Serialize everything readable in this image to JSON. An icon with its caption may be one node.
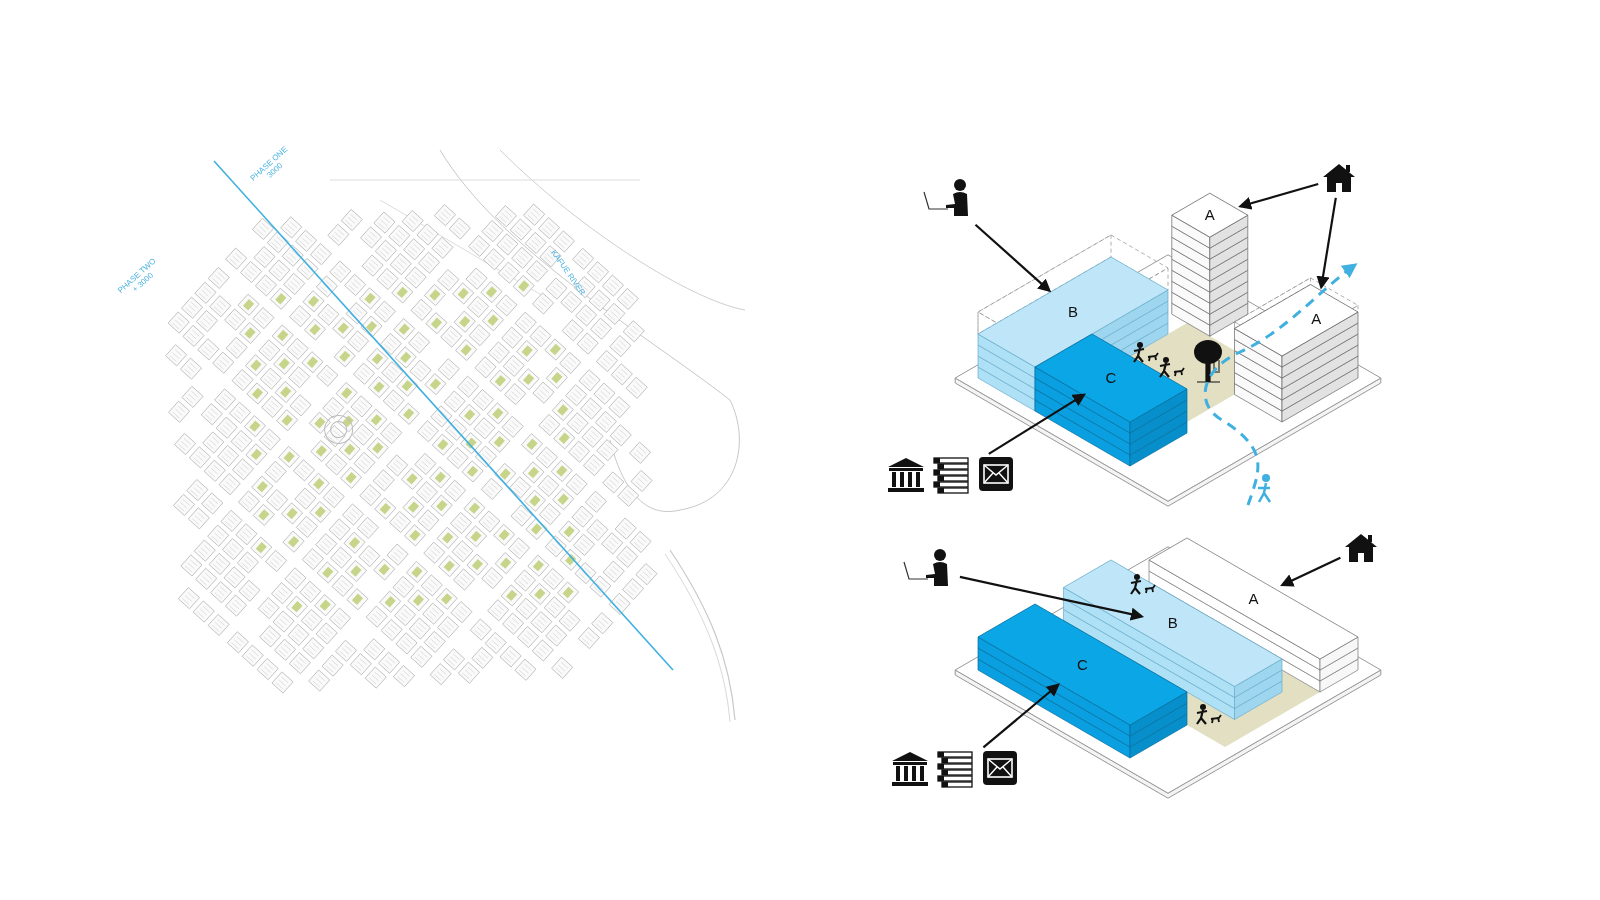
{
  "diagram": {
    "nodes": [
      {
        "text": [],
        "shape": "picture"
      },
      {
        "text": [],
        "shape": "picture"
      },
      {
        "text": [
          "A"
        ]
      },
      {
        "text": [
          "B"
        ]
      },
      {
        "text": [
          "A"
        ]
      },
      {
        "text": [
          "C"
        ]
      },
      {
        "text": [],
        "shape": "picture"
      },
      {
        "text": [],
        "shape": "picture"
      },
      {
        "text": [],
        "shape": "picture"
      },
      {
        "text": [
          "A"
        ]
      },
      {
        "text": [
          "B"
        ]
      },
      {
        "text": [
          "C"
        ]
      },
      {
        "text": [],
        "shape": "picture"
      }
    ],
    "edges": [
      {
        "from": 0,
        "to": 3,
        "arrow": "to"
      },
      {
        "from": 1,
        "to": 2,
        "arrow": "to"
      },
      {
        "from": 1,
        "to": 4,
        "arrow": "to"
      },
      {
        "from": 6,
        "to": 5,
        "arrow": "to"
      },
      {
        "from": 7,
        "to": 10,
        "arrow": "to"
      },
      {
        "from": 8,
        "to": 9,
        "arrow": "to"
      },
      {
        "from": 12,
        "to": 11,
        "arrow": "to"
      }
    ],
    "labels": [
      "PHASE ONE 3000",
      "PHASE TWO + 3000",
      "KAFUE RIVER"
    ]
  }
}
